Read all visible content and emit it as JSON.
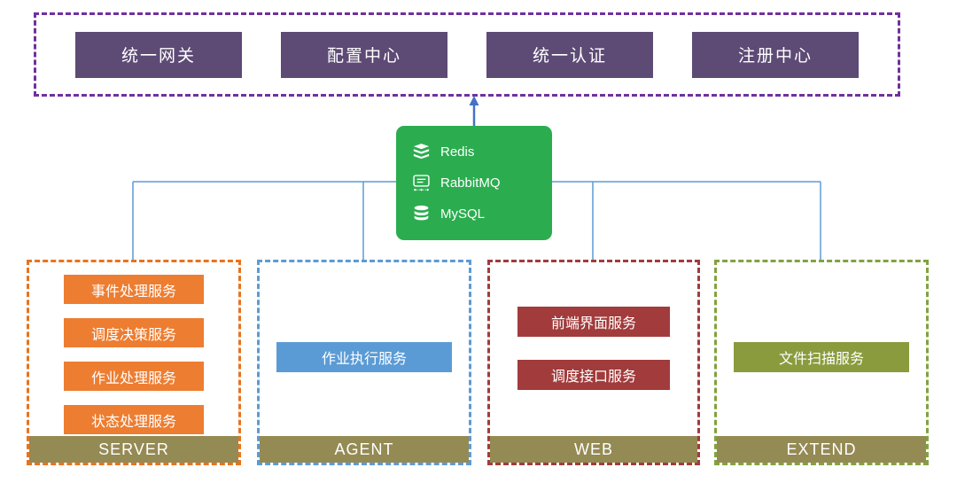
{
  "platform": {
    "items": [
      {
        "label": "统一网关"
      },
      {
        "label": "配置中心"
      },
      {
        "label": "统一认证"
      },
      {
        "label": "注册中心"
      }
    ]
  },
  "middleware": {
    "items": [
      {
        "label": "Redis",
        "icon": "redis-icon"
      },
      {
        "label": "RabbitMQ",
        "icon": "rabbitmq-icon"
      },
      {
        "label": "MySQL",
        "icon": "mysql-icon"
      }
    ]
  },
  "groups": [
    {
      "name": "SERVER",
      "services": [
        {
          "label": "事件处理服务"
        },
        {
          "label": "调度决策服务"
        },
        {
          "label": "作业处理服务"
        },
        {
          "label": "状态处理服务"
        }
      ]
    },
    {
      "name": "AGENT",
      "services": [
        {
          "label": "作业执行服务"
        }
      ]
    },
    {
      "name": "WEB",
      "services": [
        {
          "label": "前端界面服务"
        },
        {
          "label": "调度接口服务"
        }
      ]
    },
    {
      "name": "EXTEND",
      "services": [
        {
          "label": "文件扫描服务"
        }
      ]
    }
  ],
  "colors": {
    "platform_border": "#7030A0",
    "platform_box": "#5D4A75",
    "middleware_box": "#2BAD4F",
    "server_accent": "#ED7D31",
    "agent_accent": "#5B9BD5",
    "web_accent": "#A23B3B",
    "extend_accent": "#8A9B3D",
    "group_label_bar": "#948A54",
    "connector_line": "#5B9BD5",
    "arrow": "#4472C4"
  }
}
